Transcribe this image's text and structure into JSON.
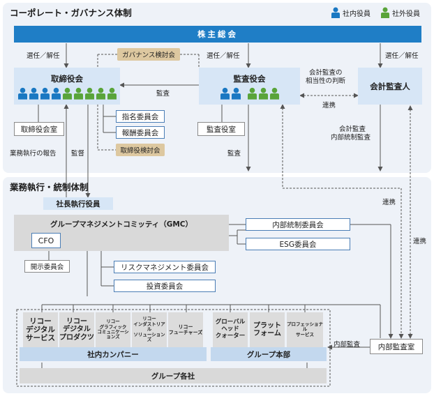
{
  "governance": {
    "title": "コーポレート・ガバナンス体制"
  },
  "legend": {
    "internal": "社内役員",
    "external": "社外役員"
  },
  "colors": {
    "internal": "#1a78c2",
    "external": "#59a43a",
    "header_bar": "#1f7ec6"
  },
  "shareholders": "株主総会",
  "board": {
    "title": "取締役会",
    "internal_count": 4,
    "external_count": 5
  },
  "audit_board": {
    "title": "監査役会",
    "internal_count": 2,
    "external_count": 3
  },
  "auditor": {
    "title": "会計監査人"
  },
  "gov_committee": "ガバナンス検討会",
  "board_office": "取締役会室",
  "audit_office": "監査役室",
  "nomination": "指名委員会",
  "compensation": "報酬委員会",
  "director_review": "取締役検討会",
  "labels": {
    "elect1": "選任／解任",
    "elect2": "選任／解任",
    "elect3": "選任／解任",
    "audit": "監査",
    "audit_adequacy_1": "会計監査の",
    "audit_adequacy_2": "相当性の判断",
    "cooperation1": "連携",
    "accounting_audit_1": "会計監査",
    "accounting_audit_2": "内部統制監査",
    "exec_report": "業務執行の報告",
    "supervision": "監督",
    "audit2": "監査",
    "cooperation2": "連携",
    "cooperation3": "連携",
    "internal_audit": "内部監査"
  },
  "execution": {
    "title": "業務執行・統制体制"
  },
  "president": "社長執行役員",
  "gmc": "グループマネジメントコミッティ（GMC）",
  "cfo": "CFO",
  "internal_control": "内部統制委員会",
  "esg": "ESG委員会",
  "disclosure": "開示委員会",
  "risk": "リスクマネジメント委員会",
  "investment": "投資委員会",
  "companies": [
    {
      "name": "リコー\nデジタル\nサービス"
    },
    {
      "name": "リコー\nデジタル\nプロダクツ"
    },
    {
      "name": "リコー\nグラフィック\nコミュニケーションズ"
    },
    {
      "name": "リコー\nインダストリアル\nソリューションズ"
    },
    {
      "name": "リコー\nフューチャーズ"
    },
    {
      "name": "グローバル\nヘッド\nクォーター"
    },
    {
      "name": "プラット\nフォーム"
    },
    {
      "name": "プロフェッショナル\nサービス"
    }
  ],
  "in_house_company": "社内カンパニー",
  "group_hq": "グループ本部",
  "internal_audit_office": "内部監査室",
  "group_companies": "グループ各社"
}
